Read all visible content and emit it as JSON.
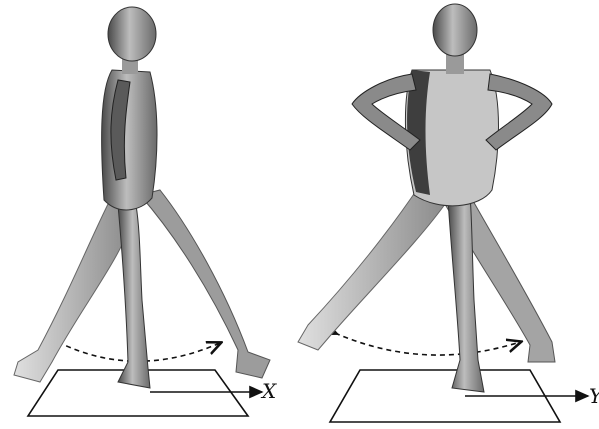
{
  "panels": [
    {
      "id": "left",
      "view": "side",
      "axis_label": "X"
    },
    {
      "id": "right",
      "view": "front",
      "axis_label": "Y"
    }
  ],
  "colors": {
    "figure_light": "#d8d8d8",
    "figure_mid": "#a8a8a8",
    "figure_dark": "#3a3a3a",
    "outline": "#111111",
    "background": "#ffffff"
  }
}
